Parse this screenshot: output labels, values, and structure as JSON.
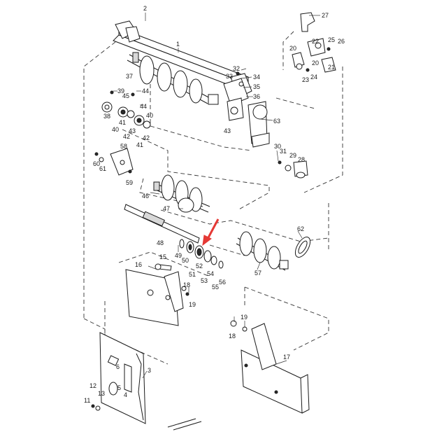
{
  "diagram": {
    "labels": {
      "p1": "1",
      "p2": "2",
      "p3": "3",
      "p4": "4",
      "p5": "5",
      "p6": "6",
      "p11": "11",
      "p12": "12",
      "p13": "13",
      "p15": "15",
      "p16": "16",
      "p17": "17",
      "p18a": "18",
      "p18b": "18",
      "p19a": "19",
      "p19b": "19",
      "p20a": "20",
      "p20b": "20",
      "p21": "21",
      "p22": "22",
      "p23": "23",
      "p24": "24",
      "p25": "25",
      "p26": "26",
      "p27": "27",
      "p28": "28",
      "p29": "29",
      "p30": "30",
      "p31": "31",
      "p32": "32",
      "p33": "33",
      "p34": "34",
      "p35": "35",
      "p36": "36",
      "p37": "37",
      "p38": "38",
      "p39": "39",
      "p40a": "40",
      "p40b": "40",
      "p41a": "41",
      "p41b": "41",
      "p42a": "42",
      "p42b": "42",
      "p43a": "43",
      "p43b": "43",
      "p44a": "44",
      "p44b": "44",
      "p45": "45",
      "p46": "46",
      "p47": "47",
      "p48": "48",
      "p49": "49",
      "p50": "50",
      "p51": "51",
      "p52": "52",
      "p53": "53",
      "p54": "54",
      "p55": "55",
      "p56": "56",
      "p57": "57",
      "p58": "58",
      "p59": "59",
      "p60": "60",
      "p61": "61",
      "p62": "62",
      "p63": "63"
    },
    "colors": {
      "line": "#1a1a1a",
      "pointer_arrow": "#e53935"
    },
    "pointer": "red-arrow-indicator"
  }
}
